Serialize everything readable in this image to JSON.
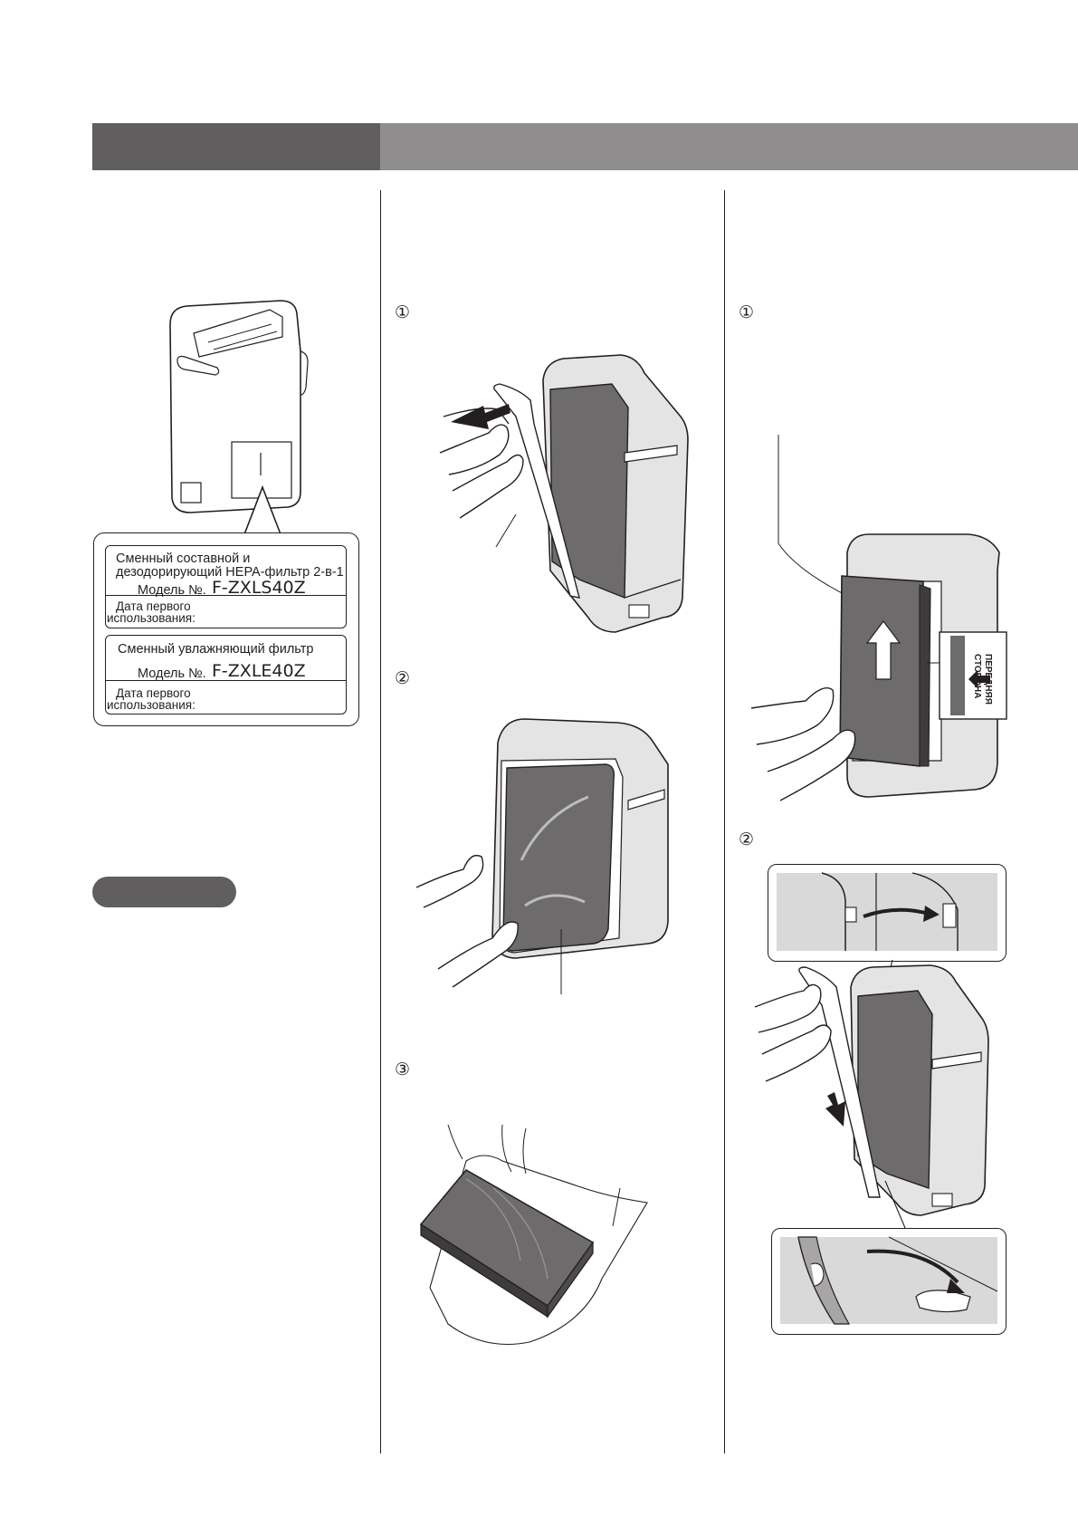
{
  "steps": {
    "col2_step1": "①",
    "col2_step2": "②",
    "col2_step3": "③",
    "col3_step1": "①",
    "col3_step2": "②"
  },
  "label_card": {
    "hepa_title_line1": "Сменный составной и",
    "hepa_title_line2": "дезодорирующий HEPA-фильтр 2-в-1",
    "hepa_model_prefix": "Модель №.",
    "hepa_model": "F-ZXLS40Z",
    "hepa_date_line1": "Дата первого",
    "hepa_date_line2": "использования:",
    "humid_title": "Сменный увлажняющий фильтр",
    "humid_model_prefix": "Модель №.",
    "humid_model": "F-ZXLE40Z",
    "humid_date_line1": "Дата первого",
    "humid_date_line2": "использования:"
  },
  "front_sticker": {
    "line1": "ПЕРЕДНЯЯ",
    "line2": "СТОРОНА"
  },
  "colors": {
    "header_dark": "#615e5f",
    "header_light": "#8f8d8e",
    "filter_grey": "#6d6b6c",
    "inset_bg": "#d9d9d9"
  }
}
